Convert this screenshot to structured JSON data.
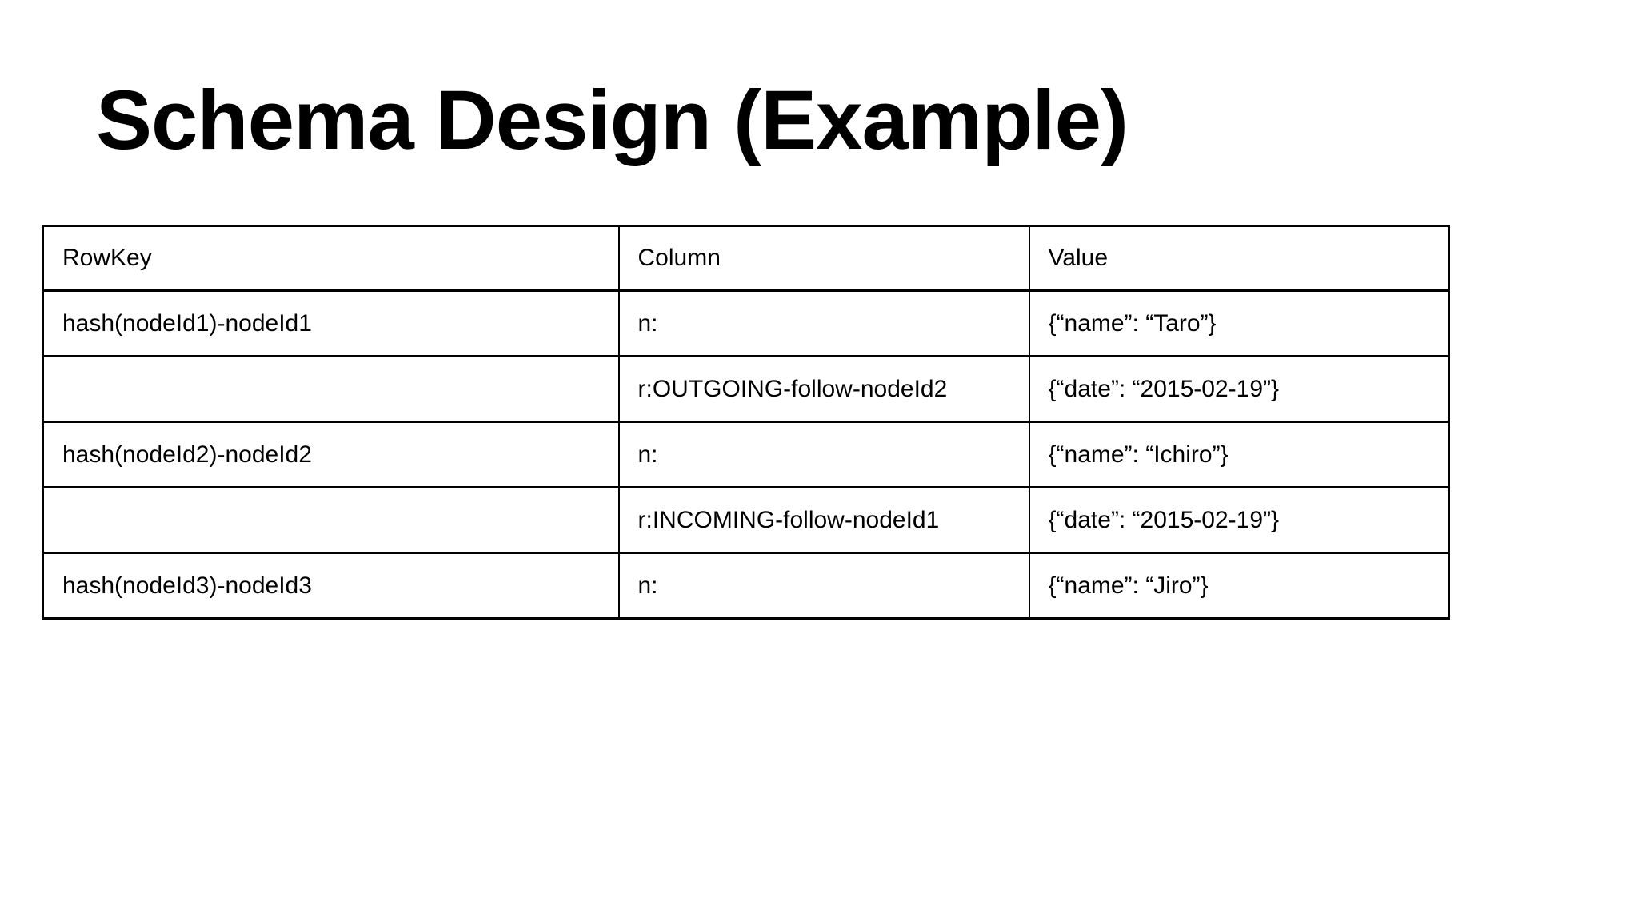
{
  "slide": {
    "title": "Schema Design (Example)"
  },
  "table": {
    "headers": [
      "RowKey",
      "Column",
      "Value"
    ],
    "rows": [
      [
        "hash(nodeId1)-nodeId1",
        "n:",
        "{“name”: “Taro”}"
      ],
      [
        "",
        "r:OUTGOING-follow-nodeId2",
        "{“date”: “2015-02-19”}"
      ],
      [
        "hash(nodeId2)-nodeId2",
        "n:",
        "{“name”: “Ichiro”}"
      ],
      [
        "",
        "r:INCOMING-follow-nodeId1",
        "{“date”: “2015-02-19”}"
      ],
      [
        "hash(nodeId3)-nodeId3",
        "n:",
        "{“name”: “Jiro”}"
      ]
    ]
  },
  "colors": {
    "background": "#ffffff",
    "text": "#000000",
    "border": "#000000"
  }
}
